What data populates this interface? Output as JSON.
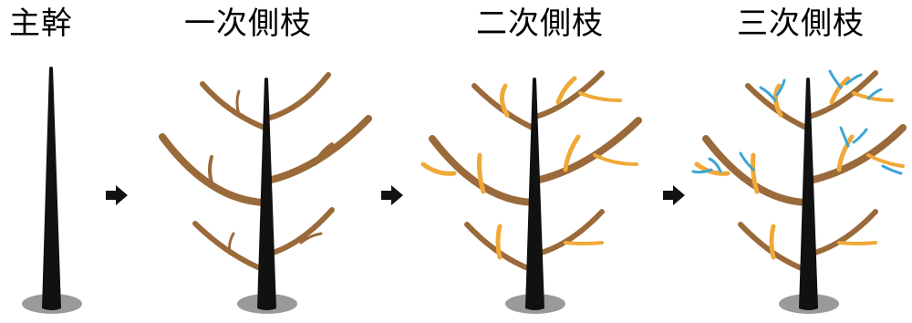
{
  "stages": [
    {
      "label": "主幹",
      "level": 0
    },
    {
      "label": "一次側枝",
      "level": 1
    },
    {
      "label": "二次側枝",
      "level": 2
    },
    {
      "label": "三次側枝",
      "level": 3
    }
  ],
  "colors": {
    "trunk": "#111111",
    "shadow": "#9a9a9a",
    "primary_branch": "#9a6a3a",
    "secondary_branch": "#f0a938",
    "tertiary_branch": "#3aa6d6",
    "arrow": "#111111",
    "text": "#000000"
  },
  "icons": {
    "arrow": "right-arrow-icon"
  }
}
